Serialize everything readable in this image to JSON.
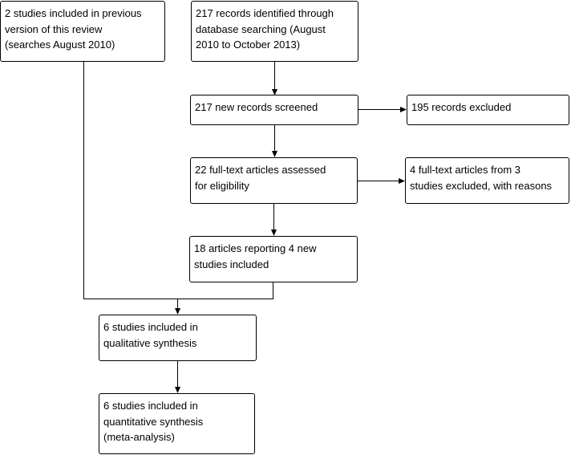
{
  "flowchart": {
    "previous_studies": "2 studies included in previous\nversion of this review\n(searches August 2010)",
    "records_identified": "217 records identified through\ndatabase searching (August\n2010 to October 2013)",
    "records_screened": "217 new records screened",
    "records_excluded": "195 records excluded",
    "fulltext_assessed": "22 full-text articles assessed\nfor eligibility",
    "fulltext_excluded": "4 full-text articles from 3\nstudies excluded, with reasons",
    "new_studies_included": "18 articles reporting 4 new\nstudies included",
    "qualitative_synthesis": "6 studies included in\nqualitative synthesis",
    "quantitative_synthesis": "6 studies included in\nquantitative synthesis\n(meta-analysis)"
  }
}
